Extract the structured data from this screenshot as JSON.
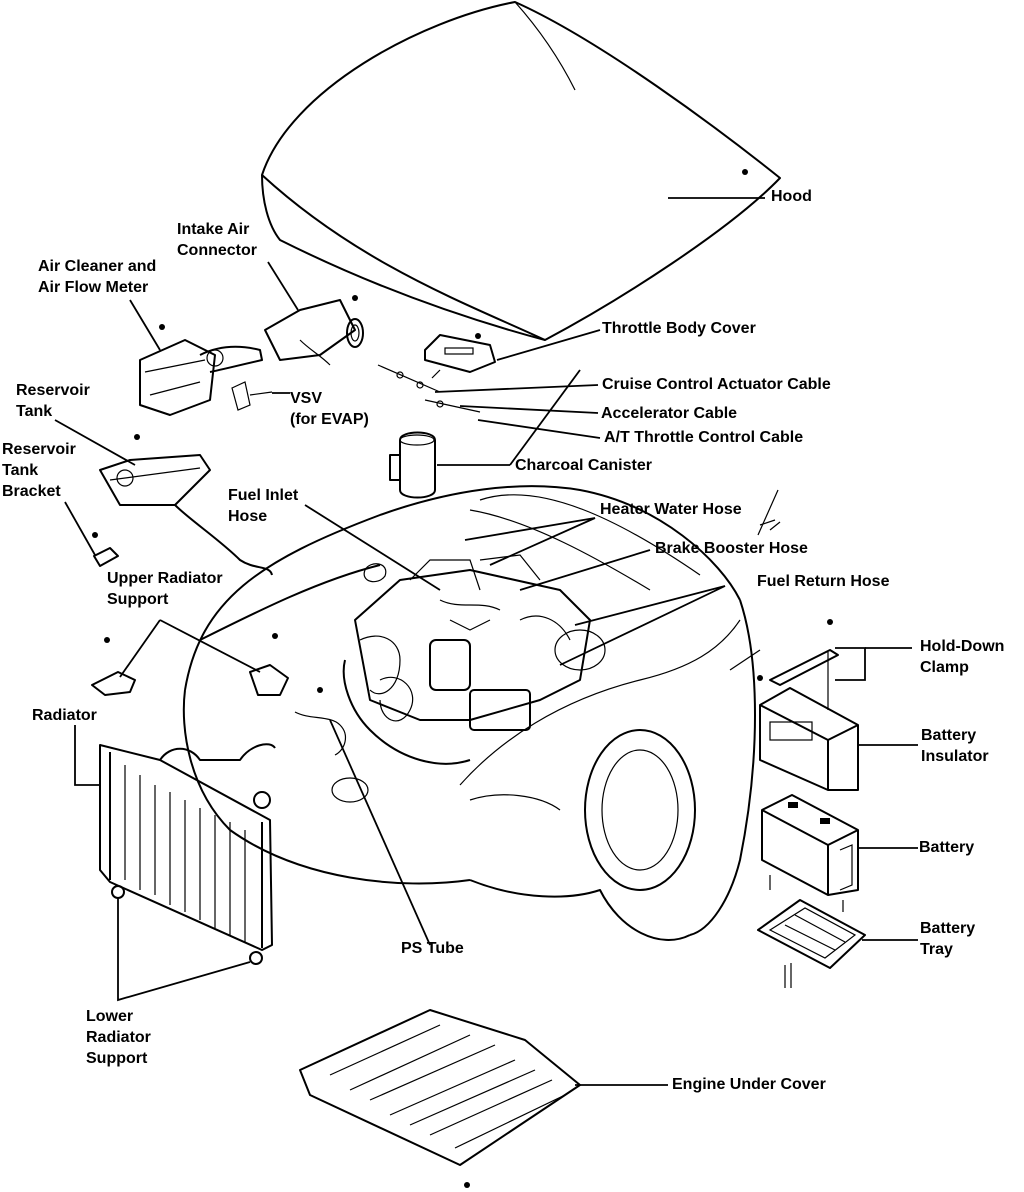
{
  "labels": {
    "hood": "Hood",
    "intake_air_connector": [
      "Intake Air",
      "Connector"
    ],
    "air_cleaner": [
      "Air Cleaner and",
      "Air Flow Meter"
    ],
    "throttle_body_cover": "Throttle Body Cover",
    "reservoir_tank": [
      "Reservoir",
      "Tank"
    ],
    "vsv": [
      "VSV",
      "(for EVAP)"
    ],
    "cruise_control_cable": "Cruise Control Actuator Cable",
    "accelerator_cable": "Accelerator Cable",
    "at_throttle_cable": "A/T Throttle Control Cable",
    "reservoir_tank_bracket": [
      "Reservoir",
      "Tank",
      "Bracket"
    ],
    "charcoal_canister": "Charcoal Canister",
    "fuel_inlet_hose": [
      "Fuel Inlet",
      "Hose"
    ],
    "heater_water_hose": "Heater Water Hose",
    "brake_booster_hose": "Brake Booster Hose",
    "upper_radiator_support": [
      "Upper Radiator",
      "Support"
    ],
    "fuel_return_hose": "Fuel Return Hose",
    "hold_down_clamp": [
      "Hold-Down",
      "Clamp"
    ],
    "radiator": "Radiator",
    "battery_insulator": [
      "Battery",
      "Insulator"
    ],
    "battery": "Battery",
    "battery_tray": [
      "Battery",
      "Tray"
    ],
    "ps_tube": "PS Tube",
    "lower_radiator_support": [
      "Lower",
      "Radiator",
      "Support"
    ],
    "engine_under_cover": "Engine Under Cover"
  }
}
